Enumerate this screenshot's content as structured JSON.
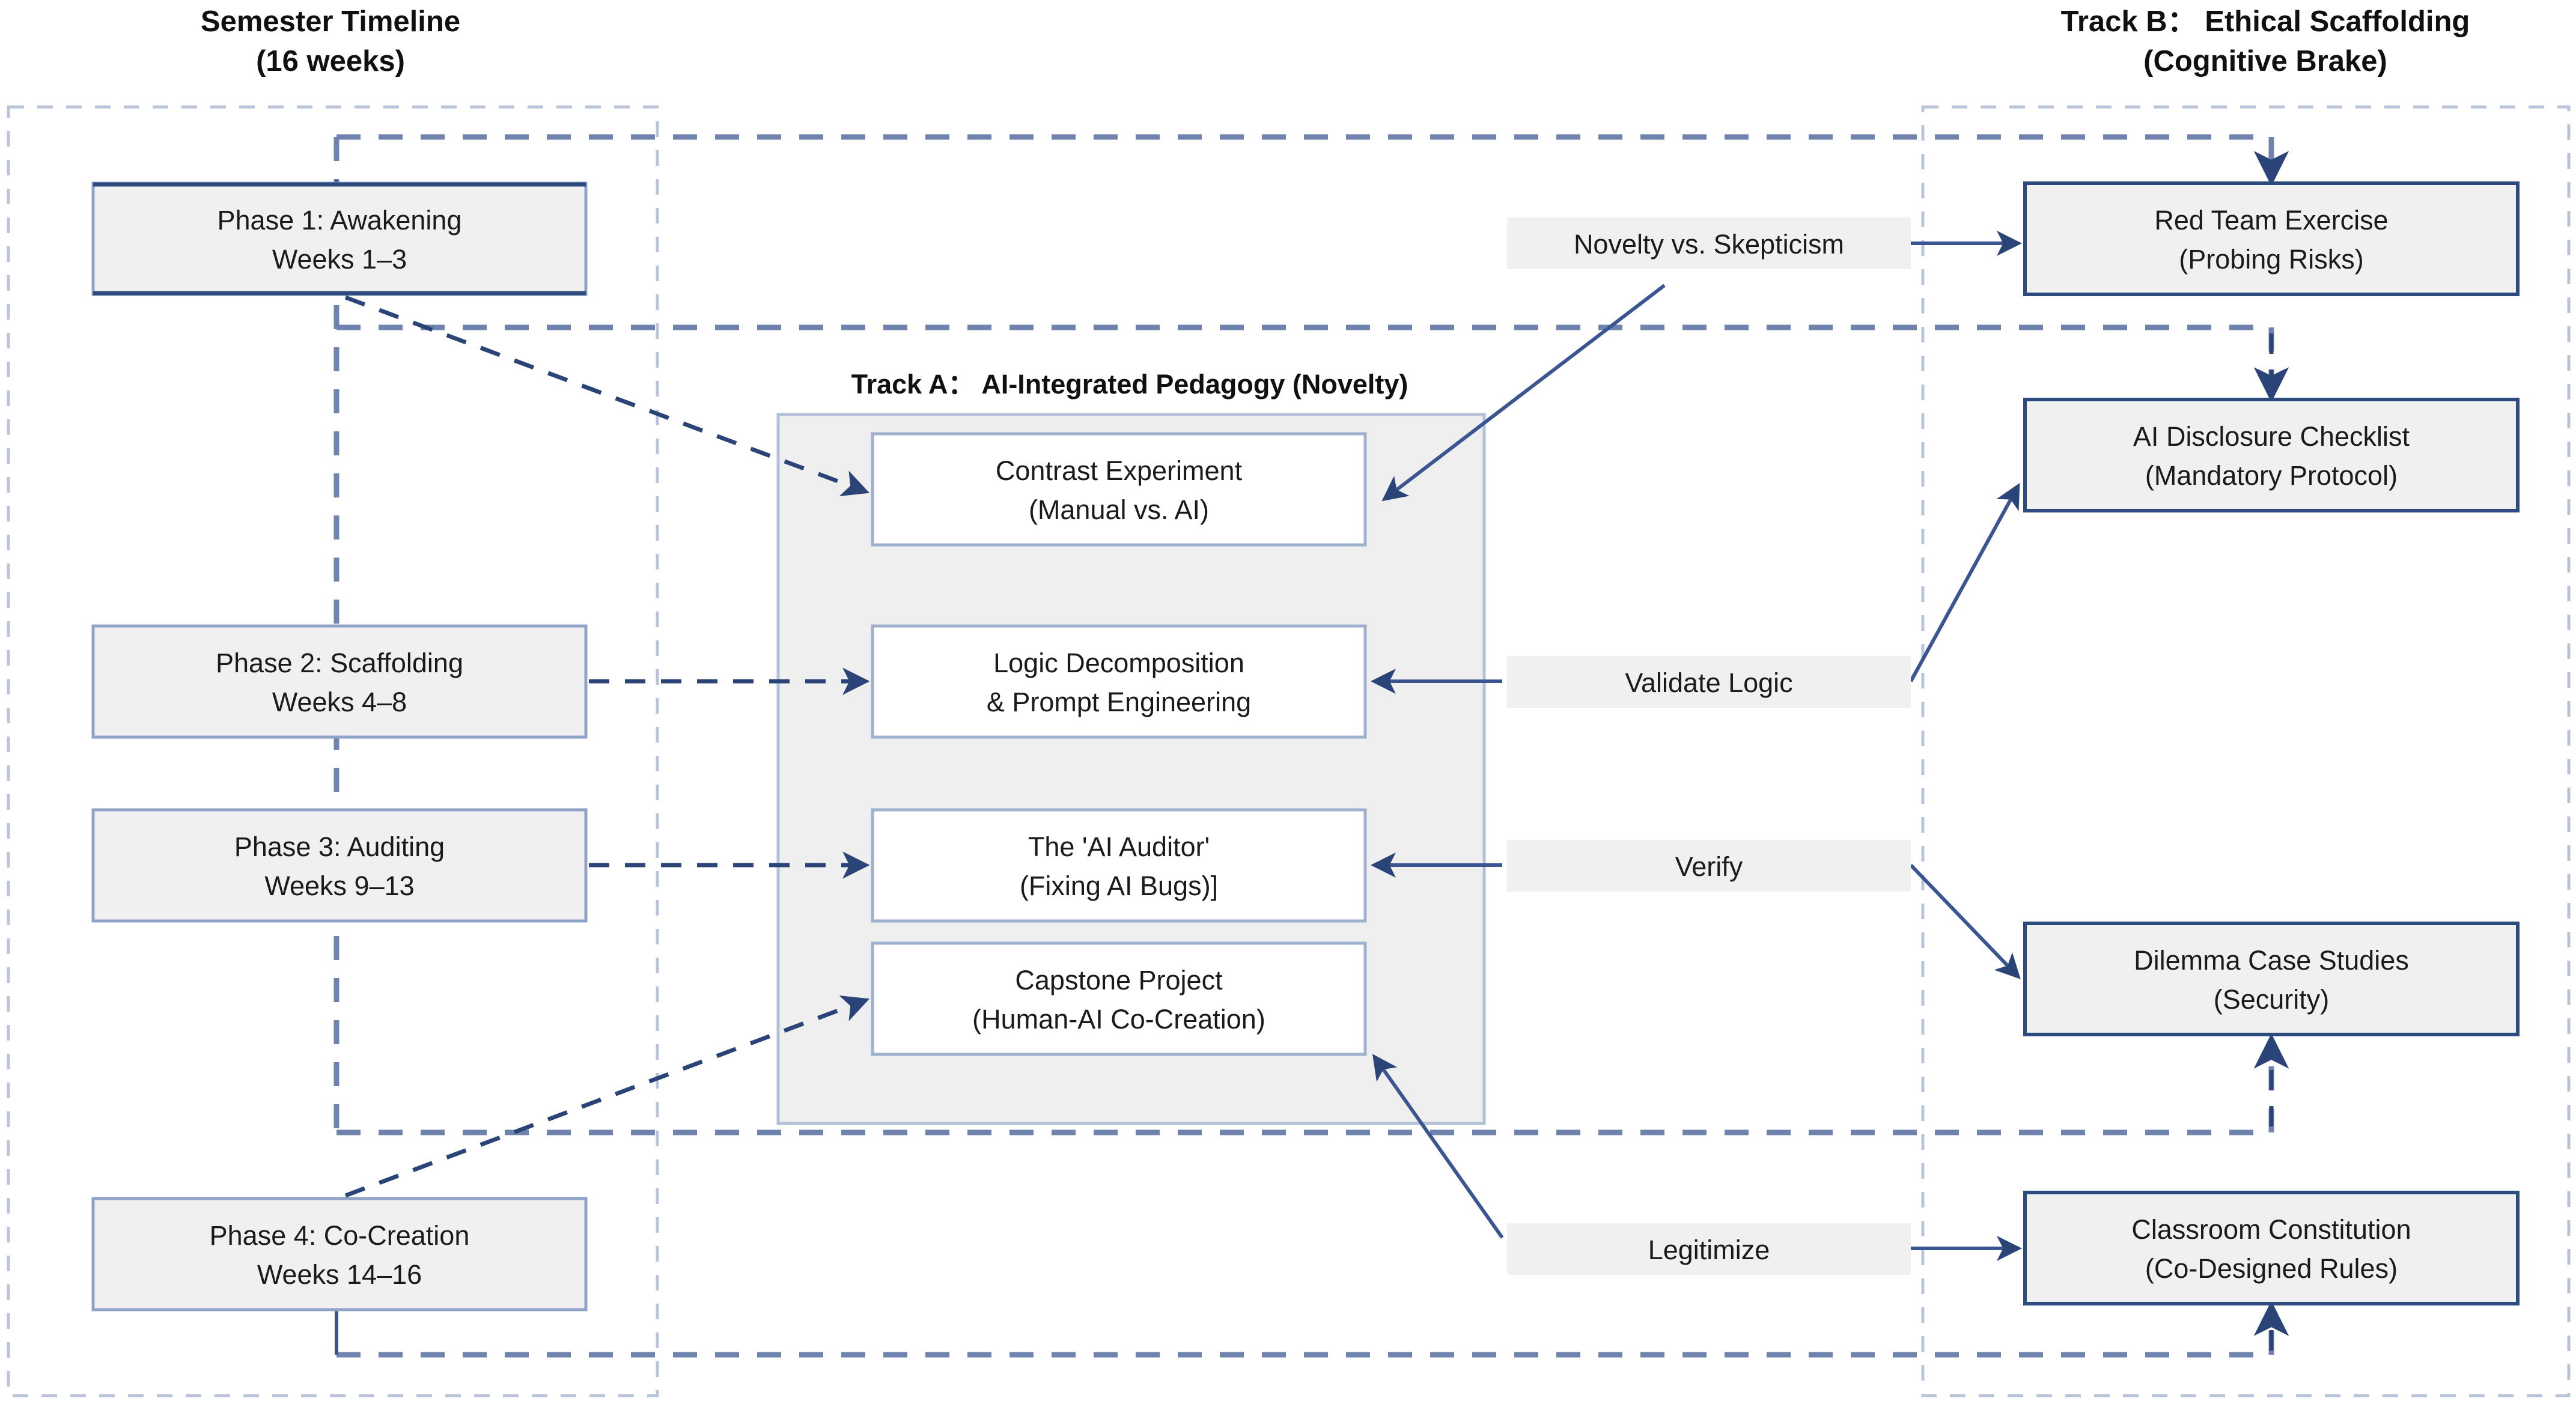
{
  "headers": {
    "left_title_line1": "Semester Timeline",
    "left_title_line2": "(16 weeks)",
    "right_title_line1": "Track B： Ethical Scaffolding",
    "right_title_line2": "(Cognitive Brake)",
    "center_title": "Track A： AI-Integrated Pedagogy (Novelty)"
  },
  "colors": {
    "node_fill_gray": "#f0f0f0",
    "node_fill_white": "#ffffff",
    "border_light_blue": "#8fa3c8",
    "border_dark_blue": "#2e4b80",
    "group_fill": "#efefef",
    "container_dash": "#b9c4da",
    "arrow_solid": "#3a5591",
    "arrow_dashed": "#2b4478",
    "text": "#1a1a1a"
  },
  "timeline_phases": [
    {
      "line1": "Phase 1: Awakening",
      "line2": "Weeks 1–3"
    },
    {
      "line1": "Phase 2: Scaffolding",
      "line2": "Weeks 4–8"
    },
    {
      "line1": "Phase 3: Auditing",
      "line2": "Weeks 9–13"
    },
    {
      "line1": "Phase 4: Co-Creation",
      "line2": "Weeks 14–16"
    }
  ],
  "track_a_nodes": [
    {
      "line1": "Contrast Experiment",
      "line2": "(Manual vs. AI)"
    },
    {
      "line1": "Logic Decomposition",
      "line2": "& Prompt Engineering"
    },
    {
      "line1": "The 'AI Auditor'",
      "line2": "(Fixing AI Bugs)]"
    },
    {
      "line1": "Capstone Project",
      "line2": "(Human-AI Co-Creation)"
    }
  ],
  "track_b_nodes": [
    {
      "line1": "Red Team Exercise",
      "line2": "(Probing Risks)"
    },
    {
      "line1": "AI Disclosure Checklist",
      "line2": "(Mandatory Protocol)"
    },
    {
      "line1": "Dilemma Case Studies",
      "line2": "(Security)"
    },
    {
      "line1": "Classroom Constitution",
      "line2": "(Co-Designed Rules)"
    }
  ],
  "edge_labels": [
    {
      "text": "Novelty vs. Skepticism"
    },
    {
      "text": "Validate Logic"
    },
    {
      "text": "Verify"
    },
    {
      "text": "Legitimize"
    }
  ]
}
